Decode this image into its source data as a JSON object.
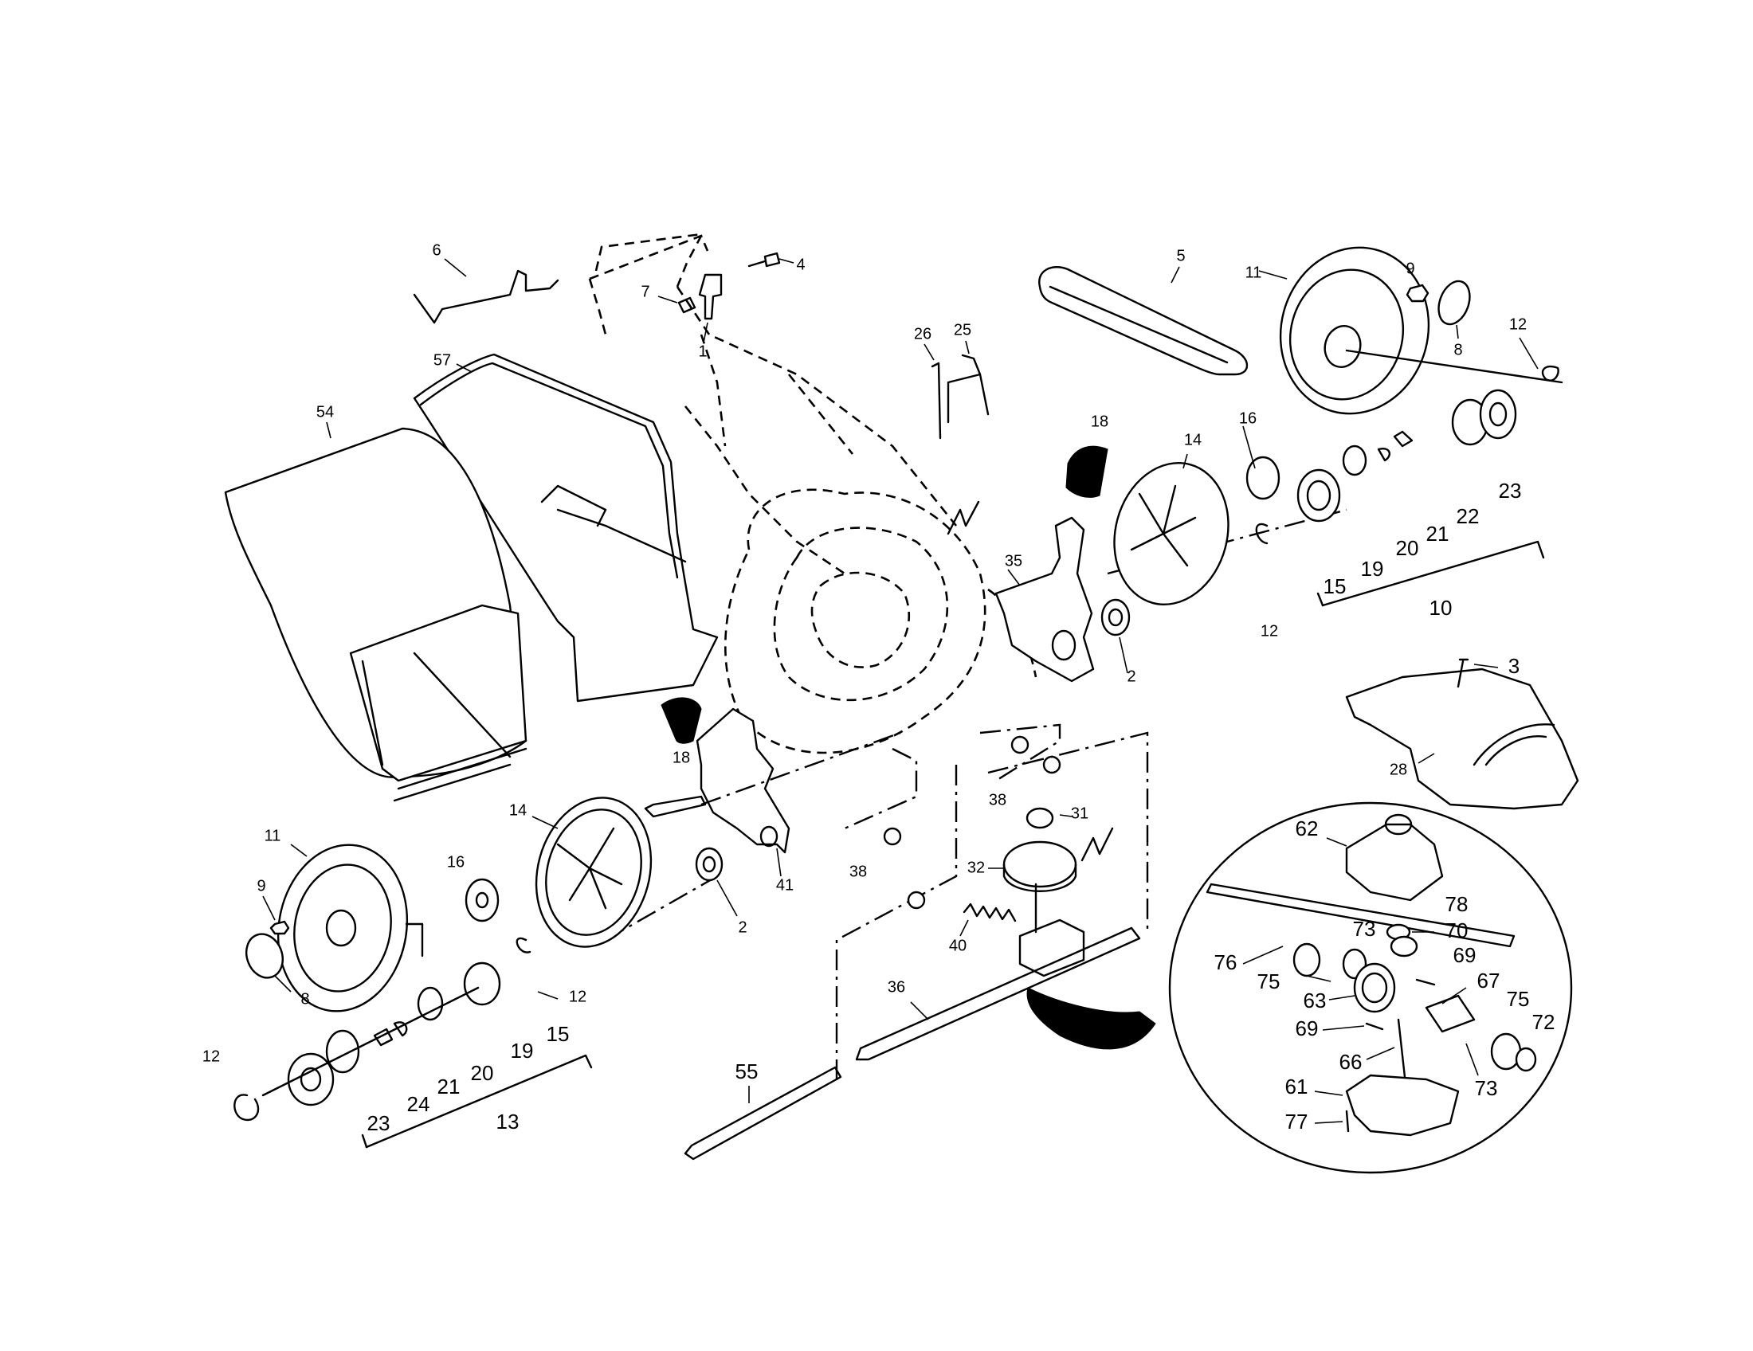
{
  "labels": [
    {
      "id": "6",
      "text": "6"
    },
    {
      "id": "7",
      "text": "7"
    },
    {
      "id": "4",
      "text": "4"
    },
    {
      "id": "1",
      "text": "1"
    },
    {
      "id": "57",
      "text": "57"
    },
    {
      "id": "54",
      "text": "54"
    },
    {
      "id": "5",
      "text": "5"
    },
    {
      "id": "11a",
      "text": "11"
    },
    {
      "id": "9a",
      "text": "9"
    },
    {
      "id": "8a",
      "text": "8"
    },
    {
      "id": "12a",
      "text": "12"
    },
    {
      "id": "26",
      "text": "26"
    },
    {
      "id": "25",
      "text": "25"
    },
    {
      "id": "18a",
      "text": "18"
    },
    {
      "id": "14a",
      "text": "14"
    },
    {
      "id": "16a",
      "text": "16"
    },
    {
      "id": "23a",
      "text": "23"
    },
    {
      "id": "22a",
      "text": "22"
    },
    {
      "id": "21a",
      "text": "21"
    },
    {
      "id": "20a",
      "text": "20"
    },
    {
      "id": "19a",
      "text": "19"
    },
    {
      "id": "15a",
      "text": "15"
    },
    {
      "id": "10",
      "text": "10"
    },
    {
      "id": "12b",
      "text": "12"
    },
    {
      "id": "35",
      "text": "35"
    },
    {
      "id": "2a",
      "text": "2"
    },
    {
      "id": "3",
      "text": "3"
    },
    {
      "id": "28",
      "text": "28"
    },
    {
      "id": "18b",
      "text": "18"
    },
    {
      "id": "38a",
      "text": "38"
    },
    {
      "id": "31",
      "text": "31"
    },
    {
      "id": "32",
      "text": "32"
    },
    {
      "id": "38b",
      "text": "38"
    },
    {
      "id": "41",
      "text": "41"
    },
    {
      "id": "14b",
      "text": "14"
    },
    {
      "id": "11b",
      "text": "11"
    },
    {
      "id": "16b",
      "text": "16"
    },
    {
      "id": "9b",
      "text": "9"
    },
    {
      "id": "8b",
      "text": "8"
    },
    {
      "id": "2b",
      "text": "2"
    },
    {
      "id": "40",
      "text": "40"
    },
    {
      "id": "12c",
      "text": "12"
    },
    {
      "id": "15b",
      "text": "15"
    },
    {
      "id": "19b",
      "text": "19"
    },
    {
      "id": "20b",
      "text": "20"
    },
    {
      "id": "21b",
      "text": "21"
    },
    {
      "id": "24",
      "text": "24"
    },
    {
      "id": "23b",
      "text": "23"
    },
    {
      "id": "13",
      "text": "13"
    },
    {
      "id": "12d",
      "text": "12"
    },
    {
      "id": "36",
      "text": "36"
    },
    {
      "id": "55",
      "text": "55"
    },
    {
      "id": "62",
      "text": "62"
    },
    {
      "id": "78",
      "text": "78"
    },
    {
      "id": "73a",
      "text": "73"
    },
    {
      "id": "70",
      "text": "70"
    },
    {
      "id": "76",
      "text": "76"
    },
    {
      "id": "69a",
      "text": "69"
    },
    {
      "id": "75a",
      "text": "75"
    },
    {
      "id": "63",
      "text": "63"
    },
    {
      "id": "67",
      "text": "67"
    },
    {
      "id": "75b",
      "text": "75"
    },
    {
      "id": "72",
      "text": "72"
    },
    {
      "id": "69b",
      "text": "69"
    },
    {
      "id": "66",
      "text": "66"
    },
    {
      "id": "73b",
      "text": "73"
    },
    {
      "id": "61",
      "text": "61"
    },
    {
      "id": "77",
      "text": "77"
    }
  ]
}
